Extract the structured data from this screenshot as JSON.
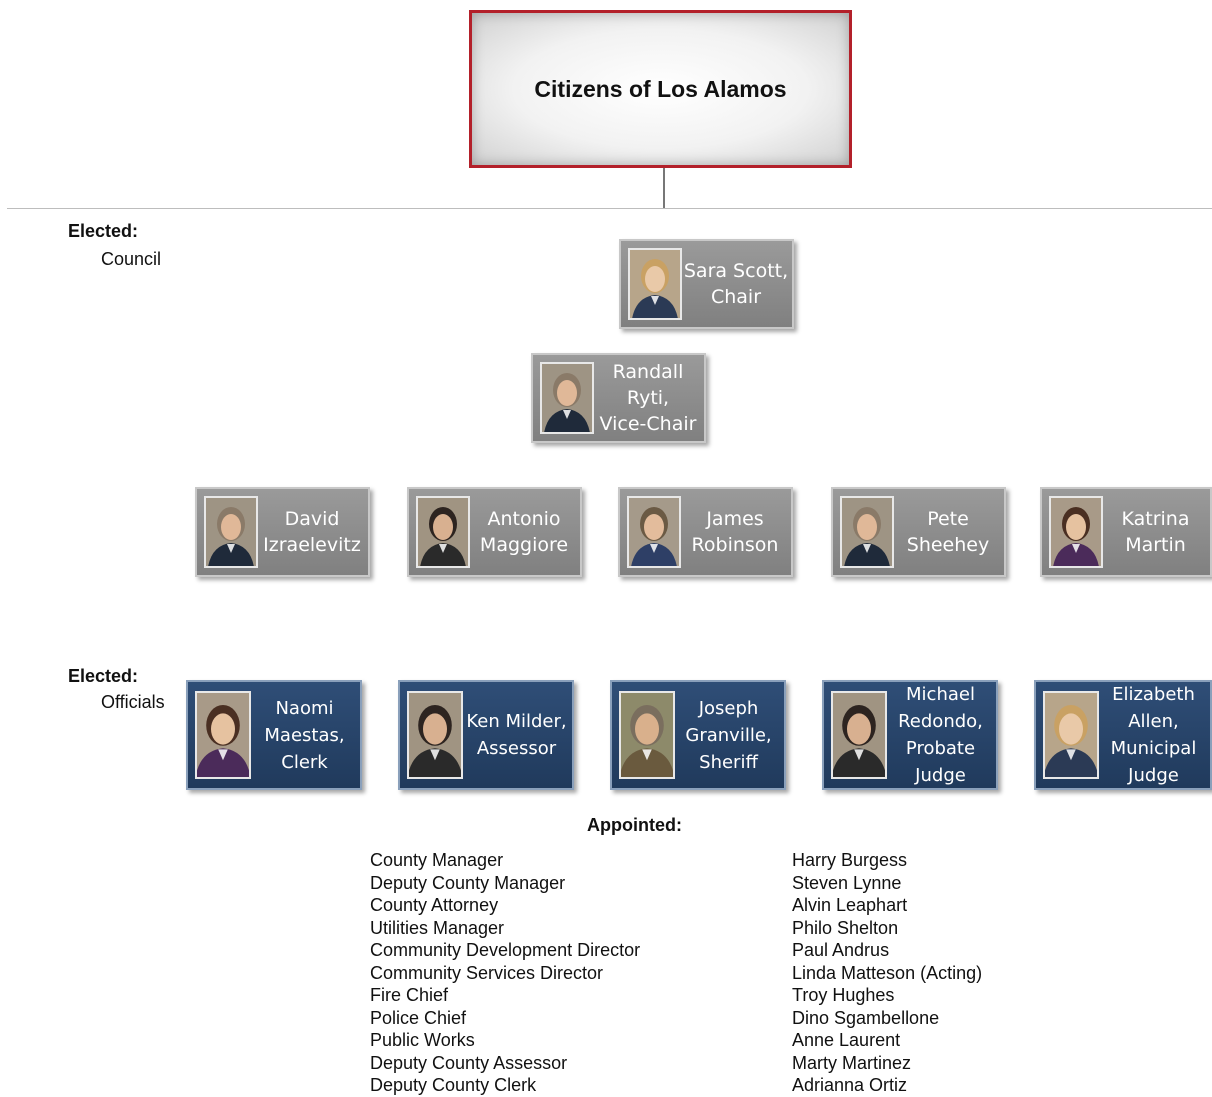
{
  "top": {
    "title": "Citizens of Los Alamos"
  },
  "labels": {
    "elected_council": "Elected:",
    "council": "Council",
    "elected_officials": "Elected:",
    "officials": "Officials",
    "appointed": "Appointed:"
  },
  "council": [
    {
      "name": "Sara Scott,\nChair",
      "photo": "portrait-woman-blonde"
    },
    {
      "name": "Randall\nRyti,\nVice-Chair",
      "photo": "portrait-man-suit"
    },
    {
      "name": "David\nIzraelevitz",
      "photo": "portrait-man-suit"
    },
    {
      "name": "Antonio\nMaggiore",
      "photo": "portrait-man-beard"
    },
    {
      "name": "James\nRobinson",
      "photo": "portrait-man-glasses"
    },
    {
      "name": "Pete\nSheehey",
      "photo": "portrait-man-suit"
    },
    {
      "name": "Katrina\nMartin",
      "photo": "portrait-woman-dark-hair"
    }
  ],
  "officials": [
    {
      "name": "Naomi\nMaestas,\nClerk",
      "photo": "portrait-woman-dark-hair"
    },
    {
      "name": "Ken Milder,\nAssessor",
      "photo": "portrait-man-beard"
    },
    {
      "name": "Joseph\nGranville,\nSheriff",
      "photo": "portrait-man-outdoor"
    },
    {
      "name": "Michael\nRedondo,\nProbate\nJudge",
      "photo": "portrait-man-beard"
    },
    {
      "name": "Elizabeth\nAllen,\nMunicipal\nJudge",
      "photo": "portrait-woman-blonde"
    }
  ],
  "appointed": {
    "titles": [
      "County Manager",
      "Deputy County Manager",
      "County Attorney",
      "Utilities Manager",
      "Community Development Director",
      "Community Services Director",
      "Fire Chief",
      "Police Chief",
      "Public Works",
      "Deputy County Assessor",
      "Deputy County Clerk"
    ],
    "names": [
      "Harry Burgess",
      "Steven Lynne",
      "Alvin Leaphart",
      "Philo Shelton",
      "Paul Andrus",
      "Linda Matteson (Acting)",
      "Troy Hughes",
      "Dino Sgambellone",
      "Anne Laurent",
      "Marty Martinez",
      "Adrianna Ortiz"
    ]
  },
  "colors": {
    "top_border": "#b3202a",
    "council_card": "#8c8c8c",
    "official_card": "#284468"
  }
}
